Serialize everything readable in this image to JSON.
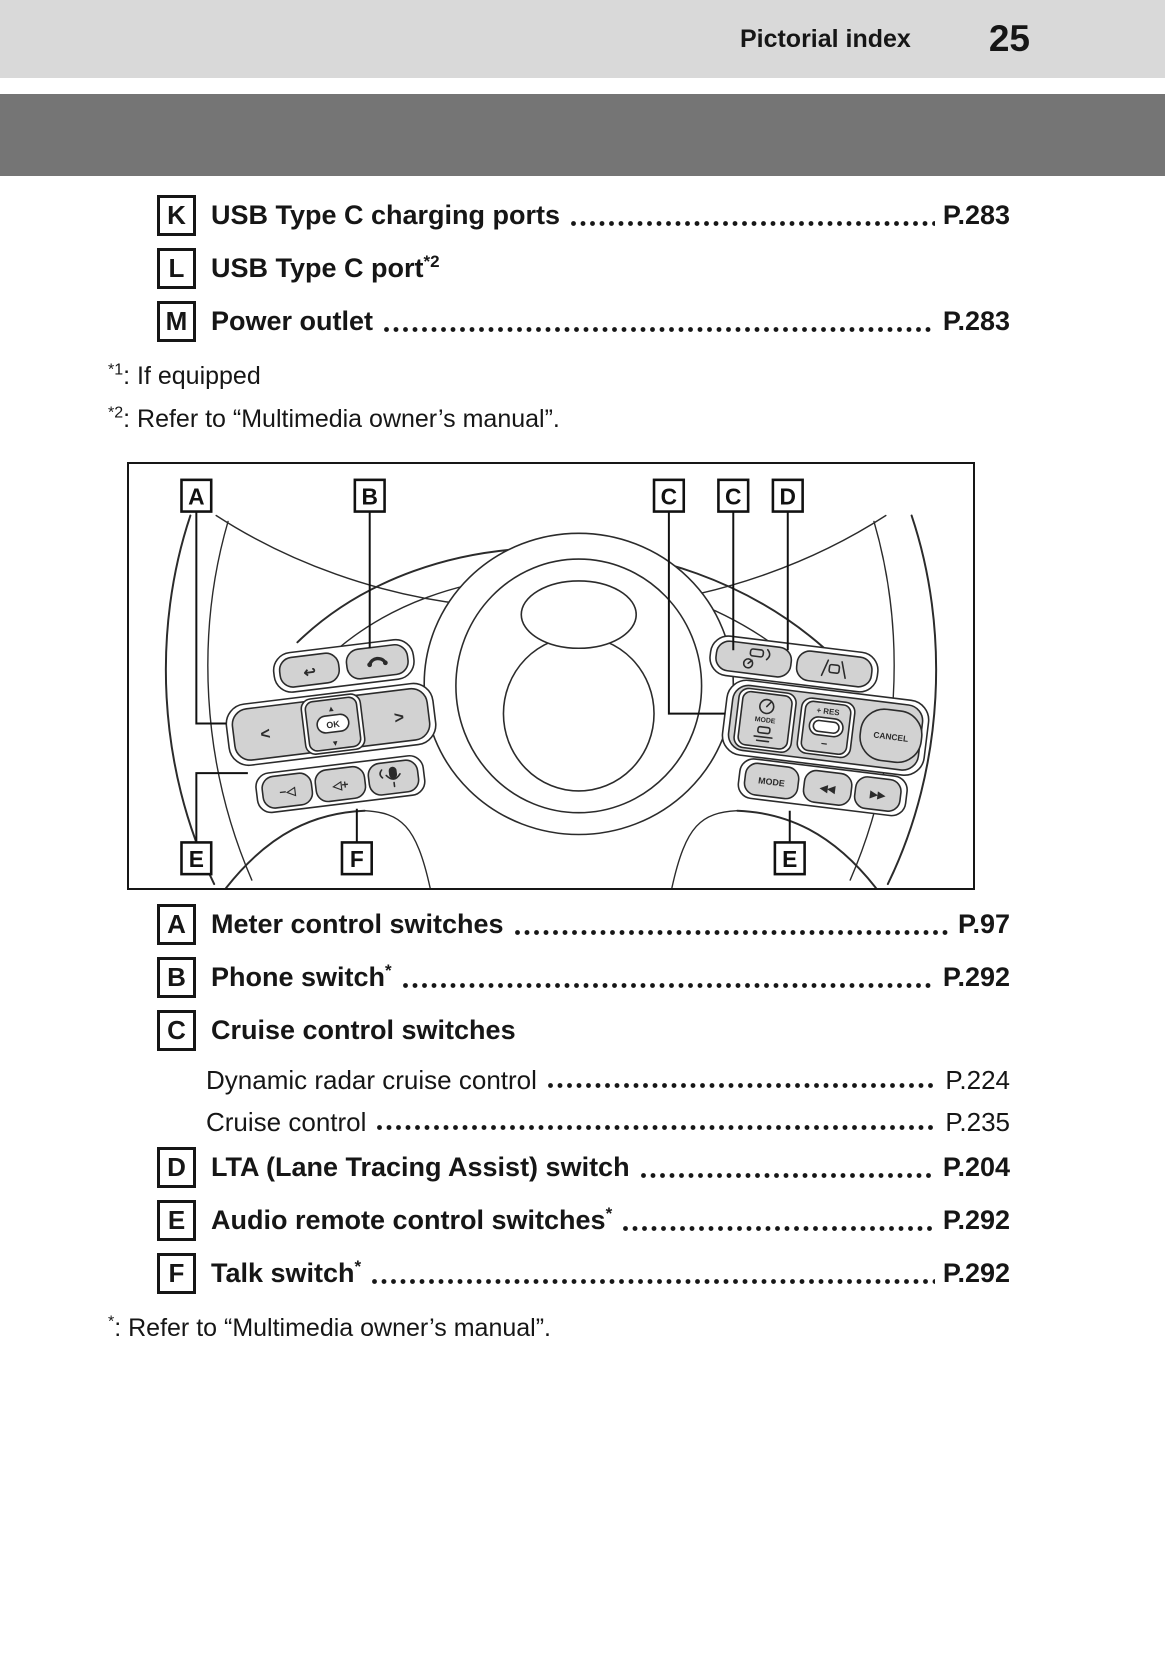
{
  "header": {
    "title": "Pictorial index",
    "page_number": "25"
  },
  "top_list": {
    "items": [
      {
        "key": "K",
        "label": "USB Type C charging ports",
        "sup": "",
        "page": "P.283"
      },
      {
        "key": "L",
        "label": "USB Type C port",
        "sup": "*2",
        "page": ""
      },
      {
        "key": "M",
        "label": "Power outlet",
        "sup": "",
        "page": "P.283"
      }
    ],
    "footnotes": [
      {
        "marker": "*1",
        "text": ": If equipped"
      },
      {
        "marker": "*2",
        "text": ": Refer to “Multimedia owner’s manual”."
      }
    ]
  },
  "diagram": {
    "callouts_top": [
      "A",
      "B",
      "C",
      "C",
      "D"
    ],
    "callouts_bottom": [
      "E",
      "F",
      "E"
    ],
    "glyphs": {
      "back": "↩",
      "chev_left": "<",
      "chev_right": ">",
      "up": "▲",
      "down": "▼",
      "ok": "OK",
      "vol_down": "−◁",
      "vol_up": "◁+",
      "res": "+ RES",
      "minus": "−",
      "cancel": "CANCEL",
      "mode": "MODE",
      "media_mode": "MODE",
      "prev": "◀◀",
      "next": "▶▶"
    }
  },
  "bottom_list": {
    "items": [
      {
        "key": "A",
        "label": "Meter control switches",
        "sup": "",
        "page": "P.97"
      },
      {
        "key": "B",
        "label": "Phone switch",
        "sup": "*",
        "page": "P.292"
      },
      {
        "key": "C",
        "label": "Cruise control switches",
        "sup": "",
        "page": ""
      },
      {
        "key": "D",
        "label": "LTA (Lane Tracing Assist) switch",
        "sup": "",
        "page": "P.204"
      },
      {
        "key": "E",
        "label": "Audio remote control switches",
        "sup": "*",
        "page": "P.292"
      },
      {
        "key": "F",
        "label": "Talk switch",
        "sup": "*",
        "page": "P.292"
      }
    ],
    "c_sub_items": [
      {
        "label": "Dynamic radar cruise control",
        "page": "P.224"
      },
      {
        "label": "Cruise control",
        "page": "P.235"
      }
    ],
    "footnote": {
      "marker": "*",
      "text": ": Refer to “Multimedia owner’s manual”."
    }
  }
}
